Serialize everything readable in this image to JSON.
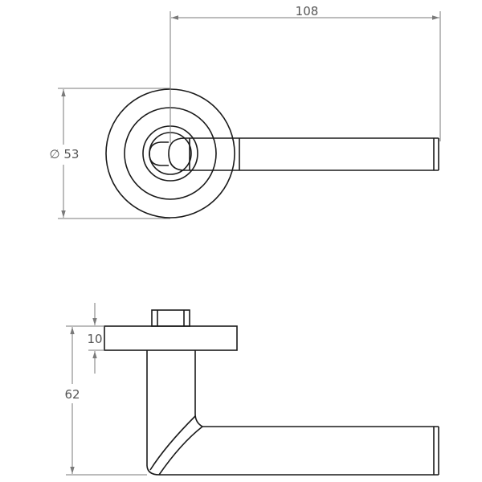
{
  "dimensions": {
    "length": "108",
    "rose_diameter": "∅ 53",
    "rose_thickness": "10",
    "projection": "62"
  },
  "colors": {
    "line": "#1a1a1a",
    "dimension": "#7a7a7a",
    "background": "#ffffff"
  }
}
